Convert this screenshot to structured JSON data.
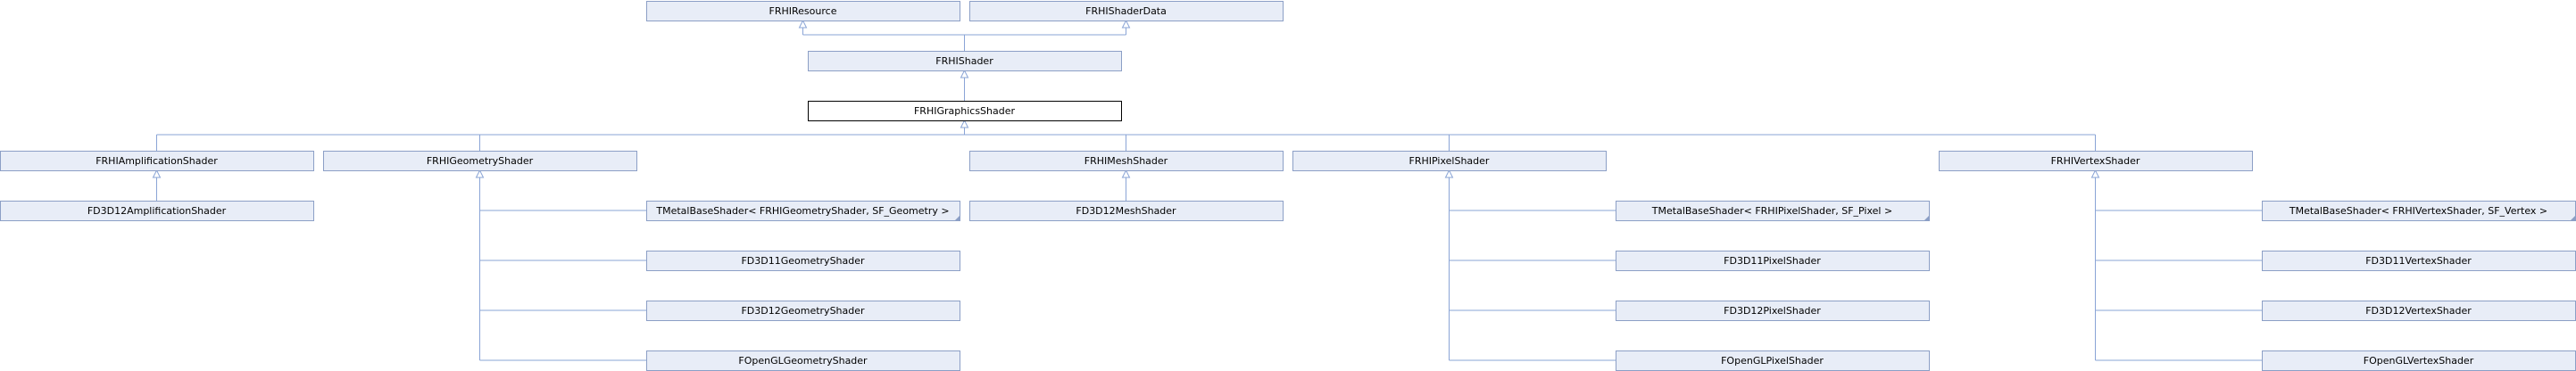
{
  "nodes": [
    {
      "id": "rhiresource",
      "label": "FRHIResource"
    },
    {
      "id": "rhishaderdata",
      "label": "FRHIShaderData"
    },
    {
      "id": "rhishader",
      "label": "FRHIShader"
    },
    {
      "id": "rhigraphicsshader",
      "label": "FRHIGraphicsShader",
      "current": true
    },
    {
      "id": "rhiamplification",
      "label": "FRHIAmplificationShader"
    },
    {
      "id": "rhigeometry",
      "label": "FRHIGeometryShader"
    },
    {
      "id": "rhimesh",
      "label": "FRHIMeshShader"
    },
    {
      "id": "rhipixel",
      "label": "FRHIPixelShader"
    },
    {
      "id": "rhivertex",
      "label": "FRHIVertexShader"
    },
    {
      "id": "d3d12amplification",
      "label": "FD3D12AmplificationShader"
    },
    {
      "id": "metalgeometry",
      "label": "TMetalBaseShader< FRHIGeometryShader, SF_Geometry >",
      "truncated": true
    },
    {
      "id": "d3d11geometry",
      "label": "FD3D11GeometryShader"
    },
    {
      "id": "d3d12geometry",
      "label": "FD3D12GeometryShader"
    },
    {
      "id": "openglgeometry",
      "label": "FOpenGLGeometryShader"
    },
    {
      "id": "d3d12mesh",
      "label": "FD3D12MeshShader"
    },
    {
      "id": "metalpixel",
      "label": "TMetalBaseShader< FRHIPixelShader, SF_Pixel >",
      "truncated": true
    },
    {
      "id": "d3d11pixel",
      "label": "FD3D11PixelShader"
    },
    {
      "id": "d3d12pixel",
      "label": "FD3D12PixelShader"
    },
    {
      "id": "openglpixel",
      "label": "FOpenGLPixelShader"
    },
    {
      "id": "metalvertex",
      "label": "TMetalBaseShader< FRHIVertexShader, SF_Vertex >",
      "truncated": true
    },
    {
      "id": "d3d11vertex",
      "label": "FD3D11VertexShader"
    },
    {
      "id": "d3d12vertex",
      "label": "FD3D12VertexShader"
    },
    {
      "id": "openglvertex",
      "label": "FOpenGLVertexShader"
    }
  ],
  "edges": [
    {
      "from": "rhishader",
      "to": "rhiresource"
    },
    {
      "from": "rhishader",
      "to": "rhishaderdata"
    },
    {
      "from": "rhigraphicsshader",
      "to": "rhishader"
    },
    {
      "from": "rhiamplification",
      "to": "rhigraphicsshader"
    },
    {
      "from": "rhigeometry",
      "to": "rhigraphicsshader"
    },
    {
      "from": "rhimesh",
      "to": "rhigraphicsshader"
    },
    {
      "from": "rhipixel",
      "to": "rhigraphicsshader"
    },
    {
      "from": "rhivertex",
      "to": "rhigraphicsshader"
    },
    {
      "from": "d3d12amplification",
      "to": "rhiamplification"
    },
    {
      "from": "metalgeometry",
      "to": "rhigeometry"
    },
    {
      "from": "d3d11geometry",
      "to": "rhigeometry"
    },
    {
      "from": "d3d12geometry",
      "to": "rhigeometry"
    },
    {
      "from": "openglgeometry",
      "to": "rhigeometry"
    },
    {
      "from": "d3d12mesh",
      "to": "rhimesh"
    },
    {
      "from": "metalpixel",
      "to": "rhipixel"
    },
    {
      "from": "d3d11pixel",
      "to": "rhipixel"
    },
    {
      "from": "d3d12pixel",
      "to": "rhipixel"
    },
    {
      "from": "openglpixel",
      "to": "rhipixel"
    },
    {
      "from": "metalvertex",
      "to": "rhivertex"
    },
    {
      "from": "d3d11vertex",
      "to": "rhivertex"
    },
    {
      "from": "d3d12vertex",
      "to": "rhivertex"
    },
    {
      "from": "openglvertex",
      "to": "rhivertex"
    }
  ],
  "colors": {
    "node_fill": "#e8edf7",
    "node_border": "#8c9fc6",
    "current_fill": "#ffffff",
    "current_border": "#000000",
    "edge": "#8aa4d6"
  }
}
